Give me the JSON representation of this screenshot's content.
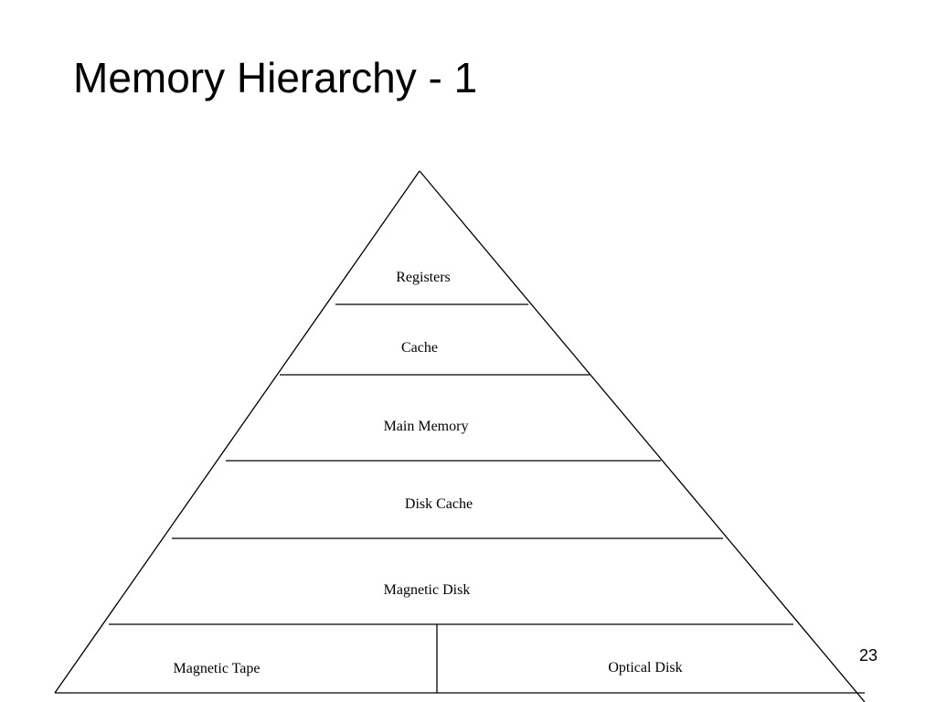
{
  "slide": {
    "title": "Memory Hierarchy - 1",
    "slide_number": "23"
  },
  "pyramid": {
    "levels": [
      {
        "label": "Registers"
      },
      {
        "label": "Cache"
      },
      {
        "label": "Main Memory"
      },
      {
        "label": "Disk Cache"
      },
      {
        "label": "Magnetic Disk"
      }
    ],
    "base": {
      "left_label": "Magnetic Tape",
      "right_label": "Optical Disk"
    }
  },
  "colors": {
    "line": "#000000",
    "background": "#ffffff"
  }
}
